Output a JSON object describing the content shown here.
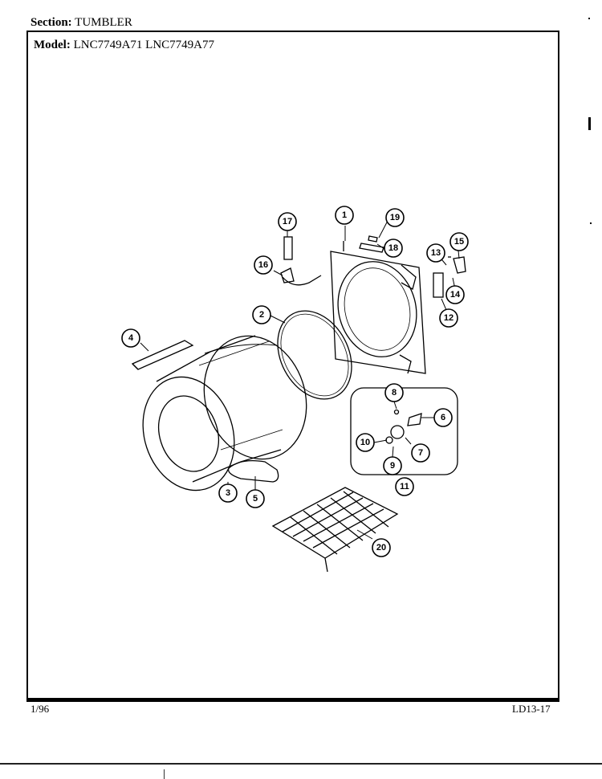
{
  "header": {
    "section_label": "Section:",
    "section_value": "TUMBLER",
    "model_label": "Model:",
    "model_value": "LNC7749A71  LNC7749A77"
  },
  "footer": {
    "date": "1/96",
    "page_code": "LD13-17"
  },
  "callouts": [
    "1",
    "2",
    "3",
    "4",
    "5",
    "6",
    "7",
    "8",
    "9",
    "10",
    "11",
    "12",
    "13",
    "14",
    "15",
    "16",
    "17",
    "18",
    "19",
    "20"
  ]
}
